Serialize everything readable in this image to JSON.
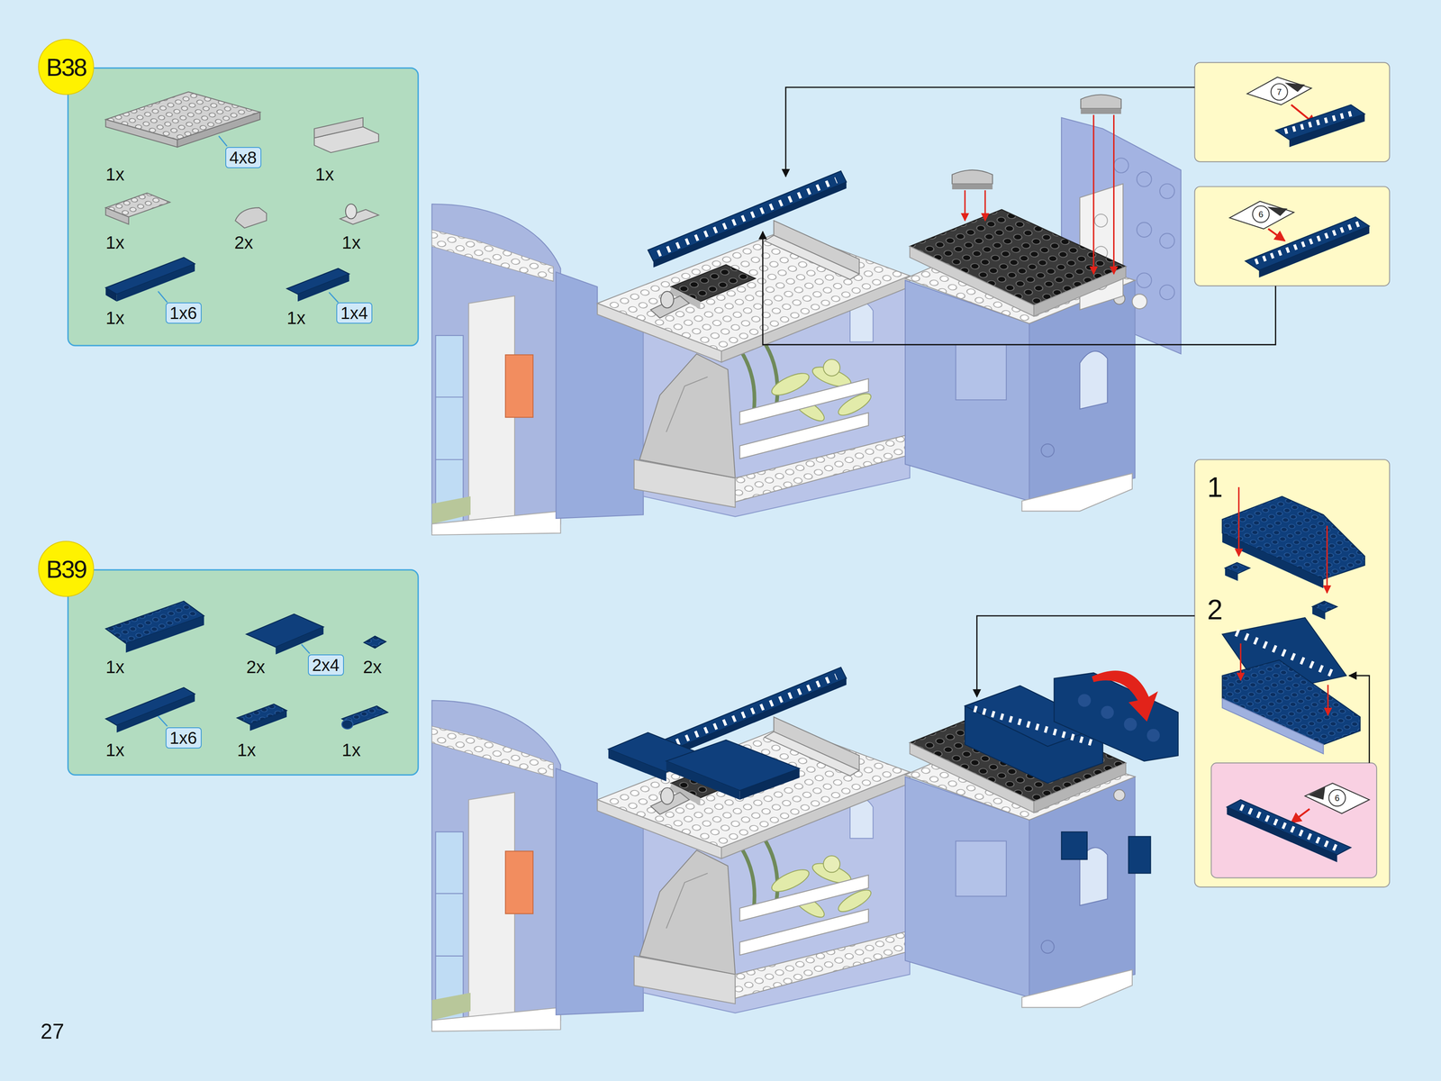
{
  "diagram": {
    "nodes": [
      {
        "text": [
          "B38"
        ]
      },
      {
        "text": [
          "4x8"
        ],
        "in": 0
      },
      {
        "text": [
          "1x6"
        ],
        "in": 0
      },
      {
        "text": [
          "1x4"
        ],
        "in": 0
      },
      {
        "text": [
          "B39"
        ]
      },
      {
        "text": [
          "2x4"
        ],
        "in": 4
      },
      {
        "text": [
          "1x6"
        ],
        "in": 4
      }
    ],
    "labels": [
      "1x",
      "1x",
      "1x",
      "2x",
      "1x",
      "1x",
      "1x",
      "1x",
      "2x",
      "2x",
      "1x",
      "1x",
      "1x",
      "7",
      "6",
      "1",
      "2",
      "6",
      "27"
    ]
  }
}
